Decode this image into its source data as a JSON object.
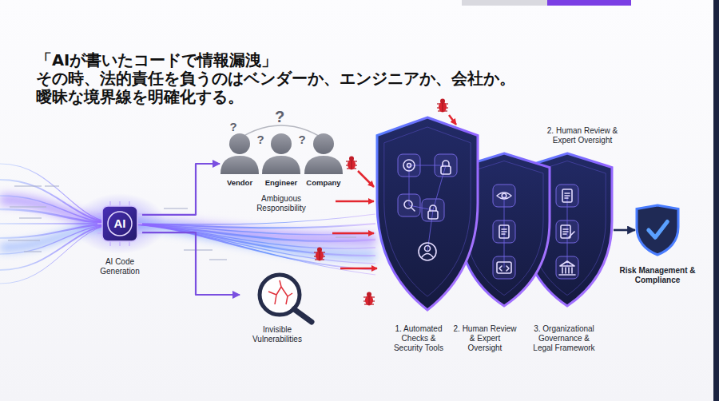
{
  "diagram": {
    "title": "「AIが書いたコードで情報漏洩」 その時、法的責任を負うのはベンダーか、エンジニアか、会社か。 曖昧な境界線を明確化する。",
    "nodes": [
      {
        "text": [
          "AI",
          "AI Code Generation"
        ]
      },
      {
        "text": [
          "Vendor",
          "Engineer",
          "Company",
          "Ambiguous Responsibility"
        ]
      },
      {
        "text": [
          "Invisible Vulnerabilities"
        ]
      },
      {
        "text": [
          "1. Automated Checks & Security Tools"
        ]
      },
      {
        "text": [
          "2. Human Review & Expert Oversight"
        ]
      },
      {
        "text": [
          "3. Organizational Governance & Legal Framework"
        ]
      },
      {
        "text": [
          "Risk Management & Compliance"
        ]
      }
    ],
    "edges": [
      {
        "from": 0,
        "to": 1,
        "arrow": "to"
      },
      {
        "from": 0,
        "to": 2,
        "arrow": "to"
      },
      {
        "from": 5,
        "to": 6,
        "arrow": "to"
      }
    ],
    "labels": [
      "?",
      "?",
      "?",
      "?",
      "2. Human Review & Expert Oversight"
    ]
  }
}
